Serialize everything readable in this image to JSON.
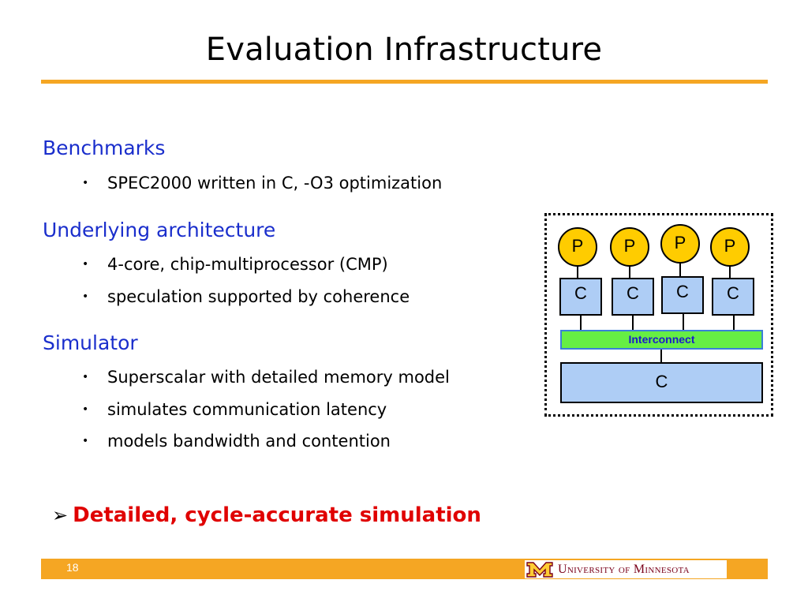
{
  "title": "Evaluation Infrastructure",
  "sections": [
    {
      "heading": "Benchmarks",
      "bullets": [
        "SPEC2000 written in C, -O3 optimization"
      ]
    },
    {
      "heading": "Underlying architecture",
      "bullets": [
        "4-core, chip-multiprocessor (CMP)",
        "speculation supported by coherence"
      ]
    },
    {
      "heading": "Simulator",
      "bullets": [
        "Superscalar with detailed memory model",
        "simulates communication latency",
        "models bandwidth and contention"
      ]
    }
  ],
  "bullet_glyph": "•",
  "callout": {
    "arrow": "➢",
    "text": "Detailed, cycle-accurate simulation"
  },
  "diagram": {
    "processors": [
      "P",
      "P",
      "P",
      "P"
    ],
    "caches": [
      "C",
      "C",
      "C",
      "C"
    ],
    "interconnect": "Interconnect",
    "shared_cache": "C"
  },
  "footer": {
    "page_number": "18",
    "university": "University of Minnesota"
  },
  "colors": {
    "accent_orange": "#f5a623",
    "heading_blue": "#1a2ecc",
    "callout_red": "#e00000",
    "processor_yellow": "#ffcc00",
    "cache_blue": "#aecdf5",
    "interconnect_green": "#66ee44",
    "umn_maroon": "#7a0019",
    "umn_gold": "#ffcc33"
  }
}
